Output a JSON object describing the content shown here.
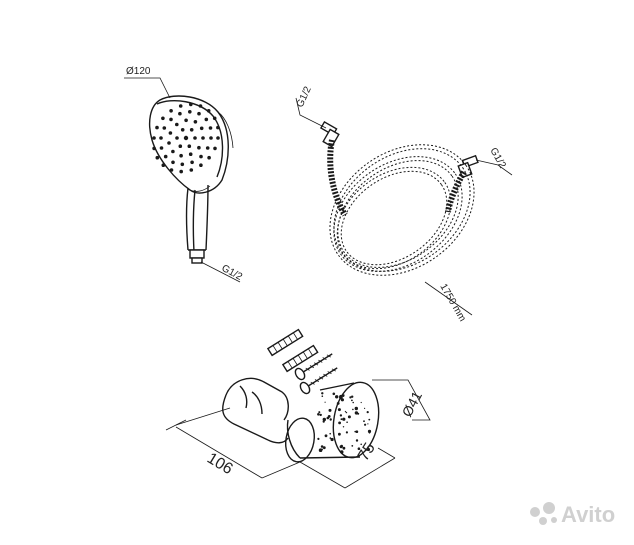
{
  "shower_head": {
    "diameter_label": "Ø120",
    "thread_label": "G1/2"
  },
  "hose": {
    "thread_left_label": "G1/2",
    "thread_right_label": "G1/2",
    "length_label": "1750 mm"
  },
  "holder": {
    "width_label": "106",
    "depth_label": "75",
    "diameter_label": "Ø41"
  },
  "watermark": {
    "text": "Avito"
  }
}
